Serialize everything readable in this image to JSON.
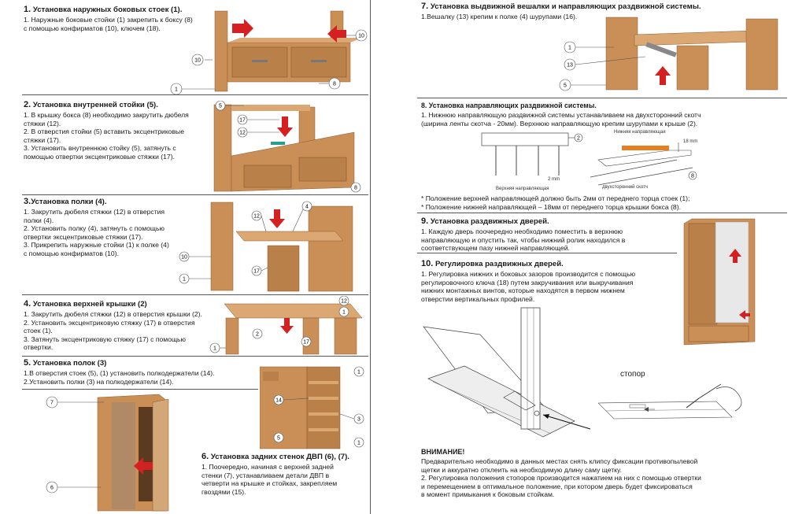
{
  "left": {
    "s1": {
      "num": "1.",
      "title": " Установка наружных боковых стоек (1).",
      "body": "1. Наружные боковые стойки (1) закрепить к боксу (8)\nс помощью конфирматов (10), ключем (18)."
    },
    "s2": {
      "num": "2.",
      "title": " Установка внутренней стойки (5).",
      "body": "1. В крышку бокса (8) необходимо закрутить  дюбеля\n    стяжки (12).\n2. В отверстия стойки (5) вставить эксцентриковые\n    стяжки (17).\n3. Установить внутреннюю стойку (5), затянуть с\n    помощью отвертки эксцентриковые стяжки (17)."
    },
    "s3": {
      "num": "3.",
      "title": "Установка полки (4).",
      "body": "1. Закрутить дюбеля стяжки (12) в отверстия\n    полки (4).\n2. Установить полку (4), затянуть с помощью\n    отвертки эксцентриковые стяжки (17).\n3. Прикрепить наружные стойки (1) к полке (4)\n    с помощью конфирматов (10)."
    },
    "s4": {
      "num": "4.",
      "title": " Установка верхней крышки (2)",
      "body": "1. Закрутить дюбеля стяжки (12) в отверстия крышки (2).\n2. Установить эксцентриковую стяжку (17) в отверстия\n    стоек (1).\n3. Затянуть эксцентриковую стяжку (17) с помощью\n    отвертки."
    },
    "s5": {
      "num": "5.",
      "title": " Установка полок (3)",
      "body": "1.В отверстия стоек (5), (1) установить полкодержатели (14).\n2.Установить полки (3) на полкодержатели (14)."
    },
    "s6": {
      "num": "6.",
      "title": " Установка задних стенок ДВП (6), (7).",
      "body": "1. Поочередно, начиная с верхней задней\n    стенки (7), устанавливаем детали ДВП в\n    четверти на крышке и стойках, закрепляем\n    гвоздями (15)."
    }
  },
  "right": {
    "s7": {
      "num": "7.",
      "title": " Установка выдвижной вешалки и направляющих раздвижной системы.",
      "body": "1.Вешалку (13) крепим к полке (4) шурупами (16)."
    },
    "s8": {
      "num": "8.",
      "title": " Установка направляющих раздвижной системы.",
      "body": "1. Нижнюю направляющую раздвижной системы устанавливаем на двухсторонний скотч\n    (ширина ленты скотча - 20мм).  Верхнюю направляющую крепим шурупами к крыше (2)."
    },
    "s8_notes": "* Положение верхней направляющей должно быть 2мм от переднего торца стоек (1);\n* Положение нижней направляющей – 18мм от переднего торца крышки бокса (8).",
    "s9": {
      "num": "9.",
      "title": " Установка раздвижных дверей.",
      "body": "1. Каждую дверь поочередно необходимо поместить в верхнюю\n    направляющую и опустить так, чтобы нижний ролик находился в\n    соответствующем пазу нижней направляющей."
    },
    "s10": {
      "num": "10.",
      "title": " Регулировка раздвижных дверей.",
      "body": "1. Регулировка нижних и боковых зазоров производится с помощью\n    регулировочного ключа (18) путем закручивания или выкручивания\n    нижних монтажных винтов, которые находятся в первом нижнем\n    отверстии вертикальных профилей."
    },
    "attention": {
      "title": "ВНИМАНИЕ!",
      "body": "Предварительно необходимо в данных местах снять клипсу фиксации противопылевой\nщетки и аккуратно отклеить на необходимую длину саму щетку.\n2. Регулировка положения стопоров производится нажатием на них с помощью отвертки\n    и перемещением в оптимальное положение, при котором дверь будет фиксироваться\n    в момент примыкания к боковым стойкам."
    },
    "labels": {
      "upper_guide": "Верхняя направляющая",
      "tape": "двухсторонний скотч",
      "lower_guide": "Нижняя направляющая",
      "mm2": "2 mm",
      "mm18": "18 mm",
      "stopper": "стопор"
    }
  },
  "callouts": {
    "f1": [
      "10",
      "1",
      "10",
      "8"
    ],
    "f2": [
      "5",
      "17",
      "12",
      "8"
    ],
    "f3": [
      "12",
      "4",
      "10",
      "1",
      "17"
    ],
    "f4": [
      "12",
      "1",
      "2",
      "17",
      "1"
    ],
    "f5": [
      "1",
      "14",
      "3",
      "5",
      "1"
    ],
    "f6": [
      "7",
      "6"
    ],
    "f7": [
      "1",
      "13",
      "5"
    ],
    "f8": [
      "2",
      "8"
    ]
  },
  "colors": {
    "wood": "#c98f57",
    "wood_dark": "#a8703d",
    "arrow": "#d42020",
    "line": "#555555"
  }
}
